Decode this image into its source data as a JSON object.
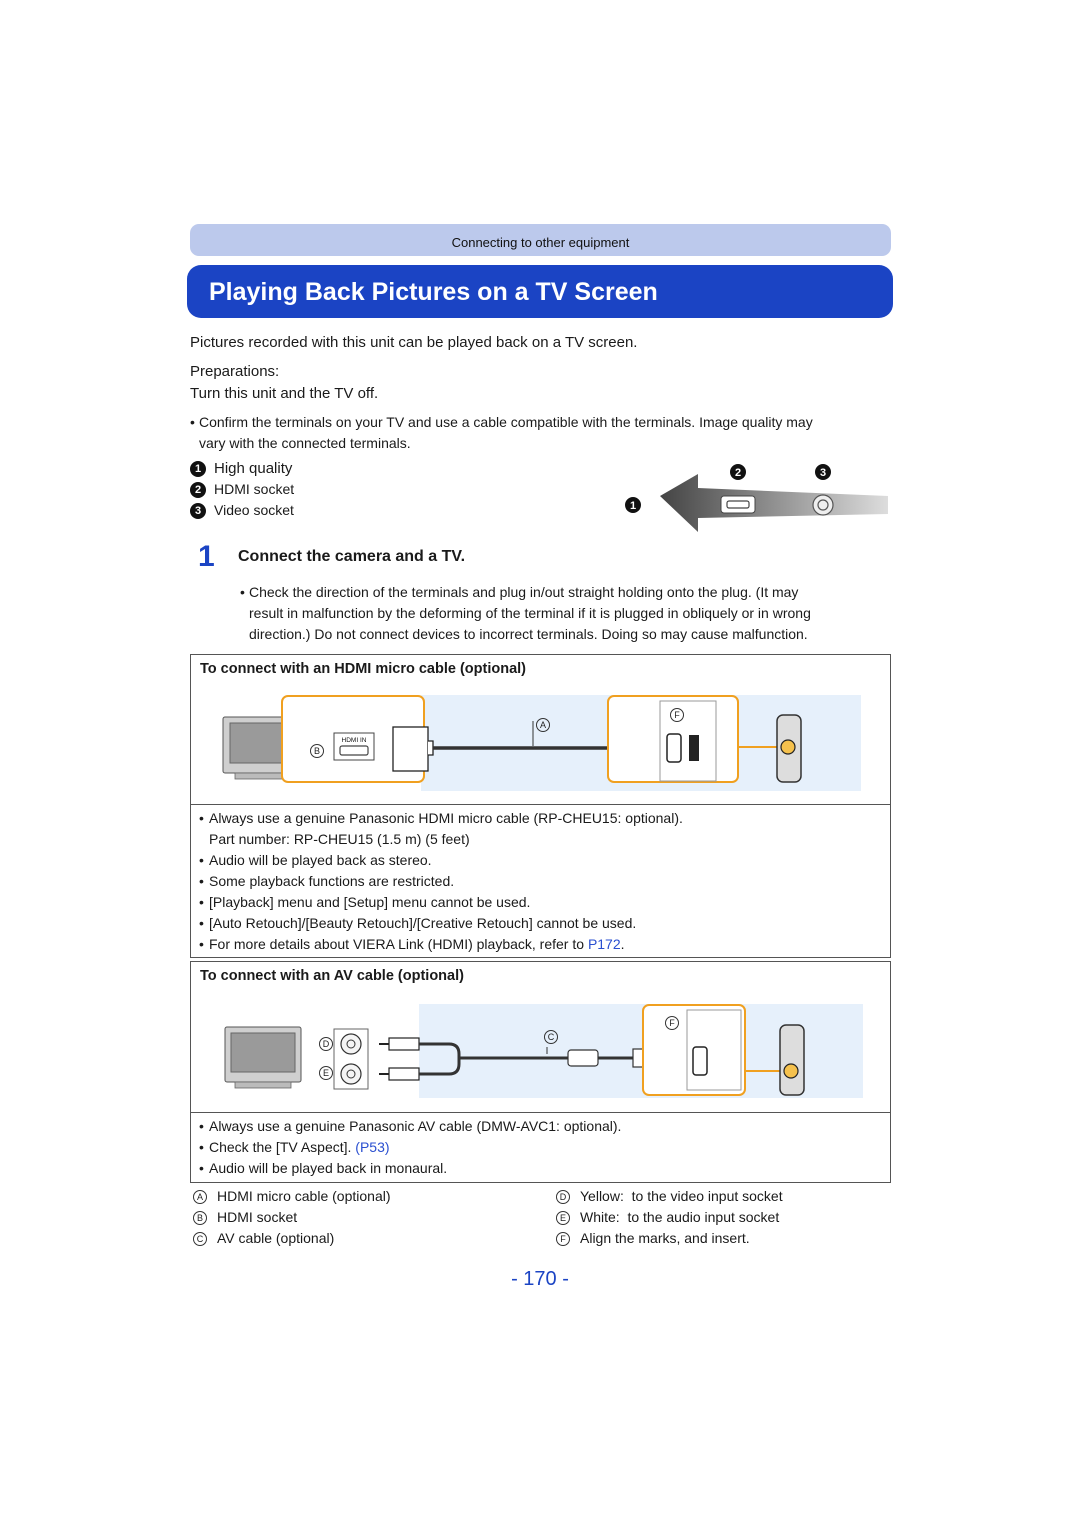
{
  "header": {
    "section": "Connecting to other equipment",
    "title": "Playing Back Pictures on a TV Screen"
  },
  "intro": {
    "line1": "Pictures recorded with this unit can be played back on a TV screen.",
    "preparations_label": "Preparations:",
    "preparations_text": "Turn this unit and the TV off.",
    "confirm_line1": "Confirm the terminals on your TV and use a cable compatible with the terminals. Image quality may",
    "confirm_line2": "vary with the connected terminals."
  },
  "quality_key": {
    "items": [
      {
        "num": "1",
        "label": "High quality"
      },
      {
        "num": "2",
        "label": "HDMI socket"
      },
      {
        "num": "3",
        "label": "Video socket"
      }
    ]
  },
  "step1": {
    "number": "1",
    "title": "Connect the camera and a TV.",
    "note_line1": "Check the direction of the terminals and plug in/out straight holding onto the plug. (It may",
    "note_line2": "result in malfunction by the deforming of the terminal if it is plugged in obliquely or in wrong",
    "note_line3": "direction.) Do not connect devices to incorrect terminals. Doing so may cause malfunction."
  },
  "hdmi_box": {
    "title": "To connect with an HDMI micro cable (optional)",
    "port_label": "HDMI IN",
    "bullets": [
      "Always use a genuine Panasonic HDMI micro cable (RP-CHEU15: optional).",
      "Audio will be played back as stereo.",
      "Some playback functions are restricted.",
      "[Playback] menu and [Setup] menu cannot be used.",
      "[Auto Retouch]/[Beauty Retouch]/[Creative Retouch] cannot be used.",
      "For more details about VIERA Link (HDMI) playback, refer to"
    ],
    "part_number": "Part number: RP-CHEU15 (1.5 m) (5 feet)",
    "ref_link": "P172",
    "ref_period": "."
  },
  "av_box": {
    "title": "To connect with an AV cable (optional)",
    "bullets": [
      "Always use a genuine Panasonic AV cable (DMW-AVC1: optional).",
      "Check the [TV Aspect].",
      "Audio will be played back in monaural."
    ],
    "ref_link": "(P53)"
  },
  "legend": {
    "left": [
      {
        "letter": "A",
        "text": "HDMI micro cable (optional)"
      },
      {
        "letter": "B",
        "text": "HDMI socket"
      },
      {
        "letter": "C",
        "text": "AV cable (optional)"
      }
    ],
    "right": [
      {
        "letter": "D",
        "text": "Yellow:  to the video input socket"
      },
      {
        "letter": "E",
        "text": "White:  to the audio input socket"
      },
      {
        "letter": "F",
        "text": "Align the marks, and insert."
      }
    ]
  },
  "footer": {
    "page_number": "- 170 -"
  },
  "colors": {
    "accent_blue": "#1b44c4",
    "section_bar": "#bcc9ec",
    "highlight_orange": "#f0a020",
    "diagram_bg": "#e6f0fb"
  }
}
